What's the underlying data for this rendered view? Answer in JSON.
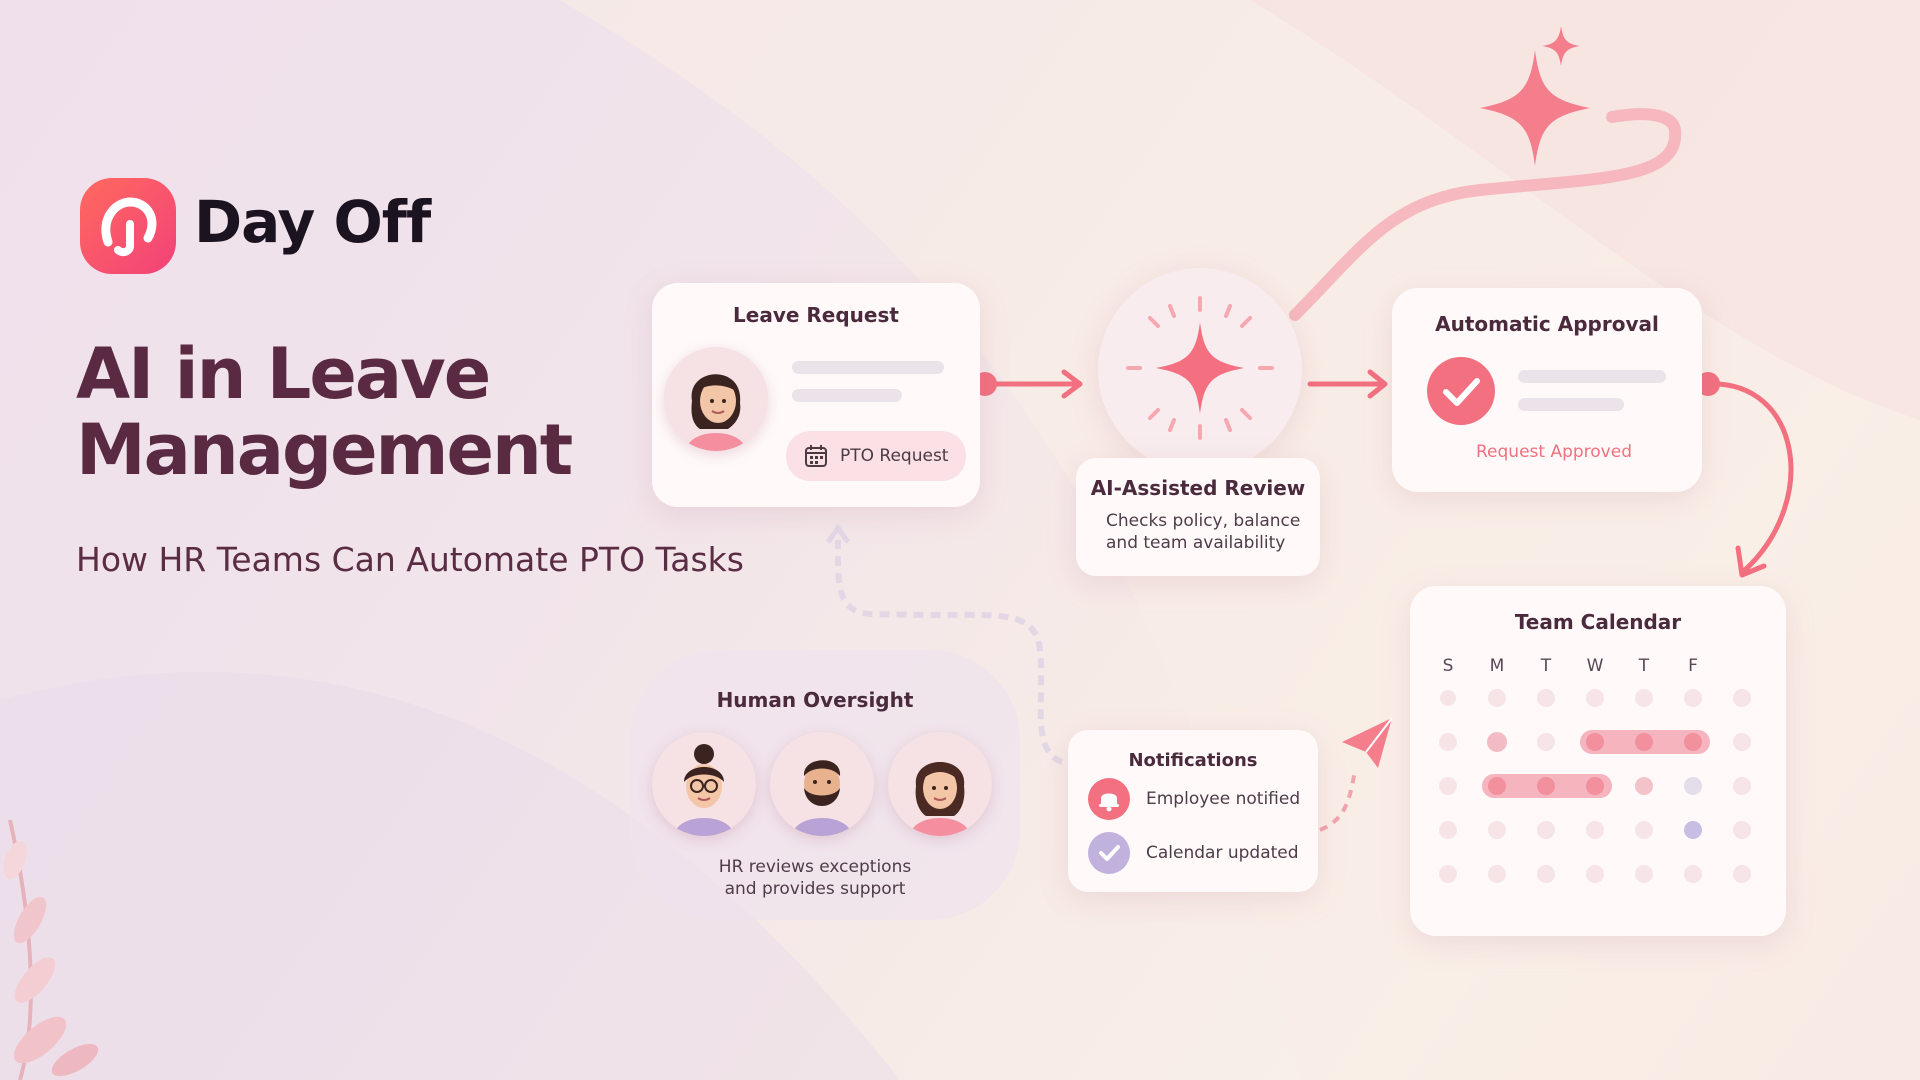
{
  "brand": {
    "name": "Day Off",
    "accent": "#f2586a"
  },
  "hero": {
    "title_line1": "AI in Leave",
    "title_line2": "Management",
    "subtitle": "How HR Teams Can Automate PTO Tasks"
  },
  "leave_request": {
    "title": "Leave Request",
    "pill_label": "PTO Request",
    "icon": "calendar-icon"
  },
  "ai_review": {
    "title": "AI-Assisted Review",
    "desc_line1": "Checks policy, balance",
    "desc_line2": "and team availability",
    "icon": "sparkle-icon"
  },
  "approval": {
    "title": "Automatic Approval",
    "status": "Request Approved",
    "icon": "check-icon"
  },
  "calendar": {
    "title": "Team Calendar",
    "days": [
      "S",
      "M",
      "T",
      "W",
      "T",
      "F"
    ]
  },
  "oversight": {
    "title": "Human Oversight",
    "desc_line1": "HR reviews exceptions",
    "desc_line2": "and provides support"
  },
  "notifications": {
    "title": "Notifications",
    "items": [
      {
        "label": "Employee notified",
        "icon": "bell-icon"
      },
      {
        "label": "Calendar updated",
        "icon": "check-icon"
      }
    ]
  },
  "colors": {
    "pink": "#f2707f",
    "lavender": "#b7a6d6",
    "title": "#5a2a42"
  }
}
